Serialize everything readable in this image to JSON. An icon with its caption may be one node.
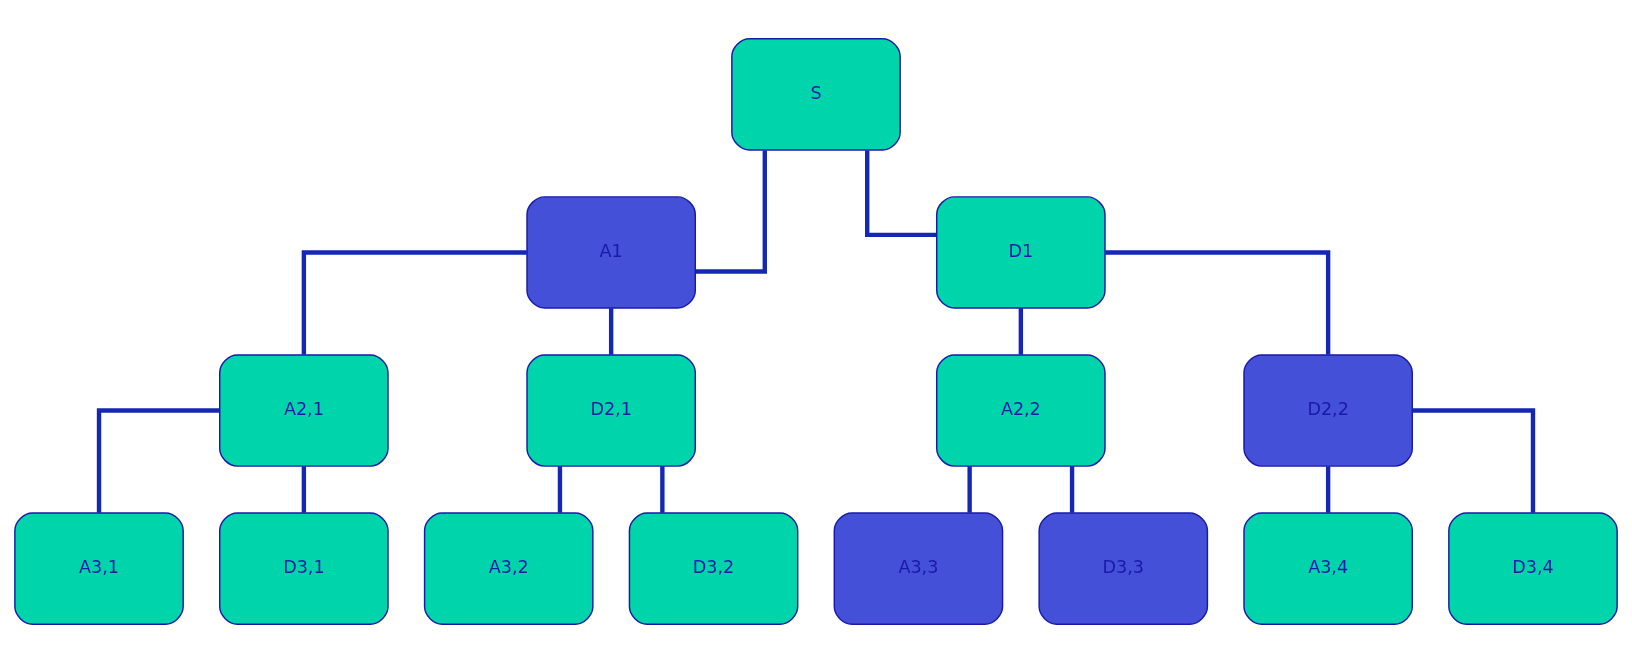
{
  "diagram": {
    "nodes": [
      {
        "text": [
          "S"
        ]
      },
      {
        "text": [
          "A1"
        ]
      },
      {
        "text": [
          "D1"
        ]
      },
      {
        "text": [
          "A2,1"
        ]
      },
      {
        "text": [
          "D2,1"
        ]
      },
      {
        "text": [
          "A2,2"
        ]
      },
      {
        "text": [
          "D2,2"
        ]
      },
      {
        "text": [
          "A3,1"
        ]
      },
      {
        "text": [
          "D3,1"
        ]
      },
      {
        "text": [
          "A3,2"
        ]
      },
      {
        "text": [
          "D3,2"
        ]
      },
      {
        "text": [
          "A3,3"
        ]
      },
      {
        "text": [
          "D3,3"
        ]
      },
      {
        "text": [
          "A3,4"
        ]
      },
      {
        "text": [
          "D3,4"
        ]
      }
    ],
    "edges": [
      {
        "from": 0,
        "to": 1,
        "arrow": "none"
      },
      {
        "from": 0,
        "to": 2,
        "arrow": "none"
      },
      {
        "from": 1,
        "to": 3,
        "arrow": "none"
      },
      {
        "from": 1,
        "to": 4,
        "arrow": "none"
      },
      {
        "from": 2,
        "to": 5,
        "arrow": "none"
      },
      {
        "from": 2,
        "to": 6,
        "arrow": "none"
      },
      {
        "from": 3,
        "to": 7,
        "arrow": "none"
      },
      {
        "from": 3,
        "to": 8,
        "arrow": "none"
      },
      {
        "from": 4,
        "to": 9,
        "arrow": "none"
      },
      {
        "from": 4,
        "to": 10,
        "arrow": "none"
      },
      {
        "from": 5,
        "to": 11,
        "arrow": "none"
      },
      {
        "from": 5,
        "to": 12,
        "arrow": "none"
      },
      {
        "from": 6,
        "to": 13,
        "arrow": "none"
      },
      {
        "from": 6,
        "to": 14,
        "arrow": "none"
      }
    ]
  }
}
